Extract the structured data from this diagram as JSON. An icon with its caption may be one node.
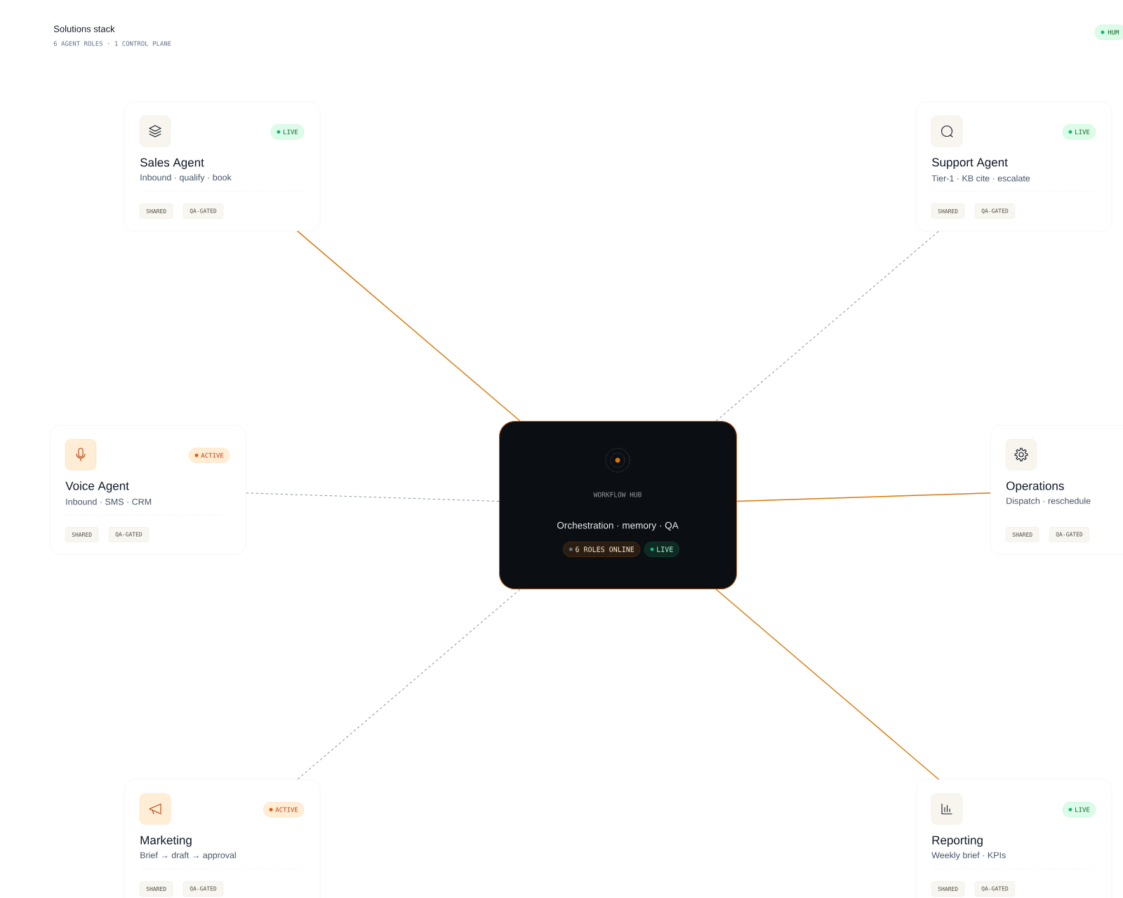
{
  "diagram": {
    "title": "Solutions stack",
    "nodes": [
      {
        "text": [
          "Sales Agent",
          "Inbound · qualify · book",
          "LIVE",
          "SHARED",
          "QA-GATED"
        ]
      },
      {
        "text": [
          "Support Agent",
          "Tier-1 · KB cite · escalate",
          "LIVE",
          "SHARED",
          "QA-GATED"
        ]
      },
      {
        "text": [
          "Voice Agent",
          "Inbound · SMS · CRM",
          "ACTIVE",
          "SHARED",
          "QA-GATED"
        ]
      },
      {
        "text": [
          "WORKFLOW HUB",
          "Orchestration · memory · QA",
          "6 ROLES ONLINE",
          "LIVE"
        ]
      },
      {
        "text": [
          "Operations",
          "Dispatch · reschedule",
          "SHARED",
          "QA-GATED"
        ]
      },
      {
        "text": [
          "Marketing",
          "Brief → draft → approval",
          "ACTIVE",
          "SHARED",
          "QA-GATED"
        ]
      },
      {
        "text": [
          "Reporting",
          "Weekly brief · KPIs",
          "LIVE",
          "SHARED",
          "QA-GATED"
        ]
      }
    ],
    "edges": [
      {
        "from": 3,
        "to": 0,
        "arrow": "none",
        "color": "#d97706"
      },
      {
        "from": 3,
        "to": 1,
        "arrow": "none",
        "style": "dashed",
        "color": "#8a94a6"
      },
      {
        "from": 3,
        "to": 2,
        "arrow": "none",
        "style": "dashed",
        "color": "#8a94a6"
      },
      {
        "from": 3,
        "to": 4,
        "arrow": "none",
        "color": "#d97706"
      },
      {
        "from": 3,
        "to": 5,
        "arrow": "none",
        "style": "dashed",
        "color": "#8a94a6"
      },
      {
        "from": 3,
        "to": 6,
        "arrow": "none",
        "color": "#d97706"
      }
    ],
    "labels": [
      "6 AGENT ROLES · 1 CONTROL PLANE",
      "HUM"
    ]
  }
}
